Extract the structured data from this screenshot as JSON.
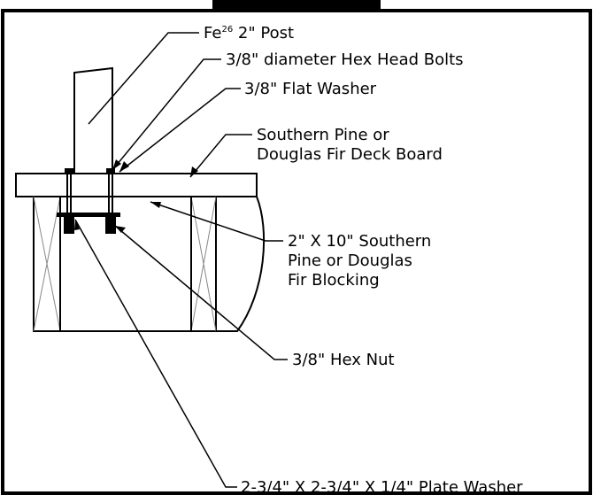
{
  "labels": {
    "post": {
      "main": "Fe",
      "sup": "26",
      "rest": " 2\" Post"
    },
    "bolts": "3/8\" diameter Hex Head Bolts",
    "flat_washer": "3/8\" Flat Washer",
    "deck_board": [
      "Southern Pine or",
      "Douglas Fir Deck Board"
    ],
    "blocking": [
      "2\" X 10\" Southern",
      "Pine or Douglas",
      "Fir Blocking"
    ],
    "hex_nut": "3/8\" Hex Nut",
    "plate_washer": "2-3/4\" X 2-3/4\" X 1/4\" Plate Washer"
  },
  "colors": {
    "line": "#000000",
    "background": "#ffffff"
  }
}
